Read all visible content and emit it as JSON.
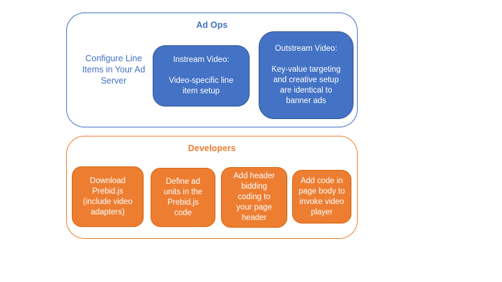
{
  "colors": {
    "blue_fill": "#4472C4",
    "blue_box_border": "#2F5597",
    "blue_text": "#4472C4",
    "orange_fill": "#ED7D31",
    "orange_box_border": "#D8660F",
    "box_text": "#FFFFFF",
    "background": "#FFFFFF"
  },
  "ad_ops": {
    "title": "Ad Ops",
    "side_note": "Configure Line\nItems in Your Ad\nServer",
    "boxes": [
      {
        "title": "Instream Video:",
        "body": "Video-specific line\nitem setup"
      },
      {
        "title": "Outstream Video:",
        "body": "Key-value targeting\nand creative setup\nare identical to\nbanner ads"
      }
    ]
  },
  "developers": {
    "title": "Developers",
    "steps": [
      "Download\nPrebid.js\n(include video\nadapters)",
      "Define ad\nunits in the\nPrebid.js\ncode",
      "Add header\nbidding\ncoding to\nyour page\nheader",
      "Add code in\npage body to\ninvoke video\nplayer"
    ]
  }
}
